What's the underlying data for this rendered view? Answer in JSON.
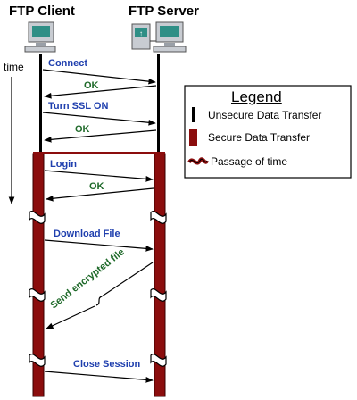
{
  "headers": {
    "client": "FTP Client",
    "server": "FTP Server"
  },
  "time_label": "time",
  "messages": {
    "connect": "Connect",
    "ok1": "OK",
    "turn_ssl": "Turn SSL ON",
    "ok2": "OK",
    "login": "Login",
    "ok3": "OK",
    "download": "Download File",
    "send_encrypted": "Send encrypted file",
    "close": "Close Session"
  },
  "legend": {
    "title": "Legend",
    "unsecure": "Unsecure Data Transfer",
    "secure": "Secure Data Transfer",
    "passage": "Passage of time"
  },
  "colors": {
    "secure": "#8b0d0d",
    "request_text": "#1f3fae",
    "response_text": "#1f6a2a",
    "line": "#000000"
  },
  "icons": [
    "computer-icon",
    "server-computer-icon"
  ]
}
